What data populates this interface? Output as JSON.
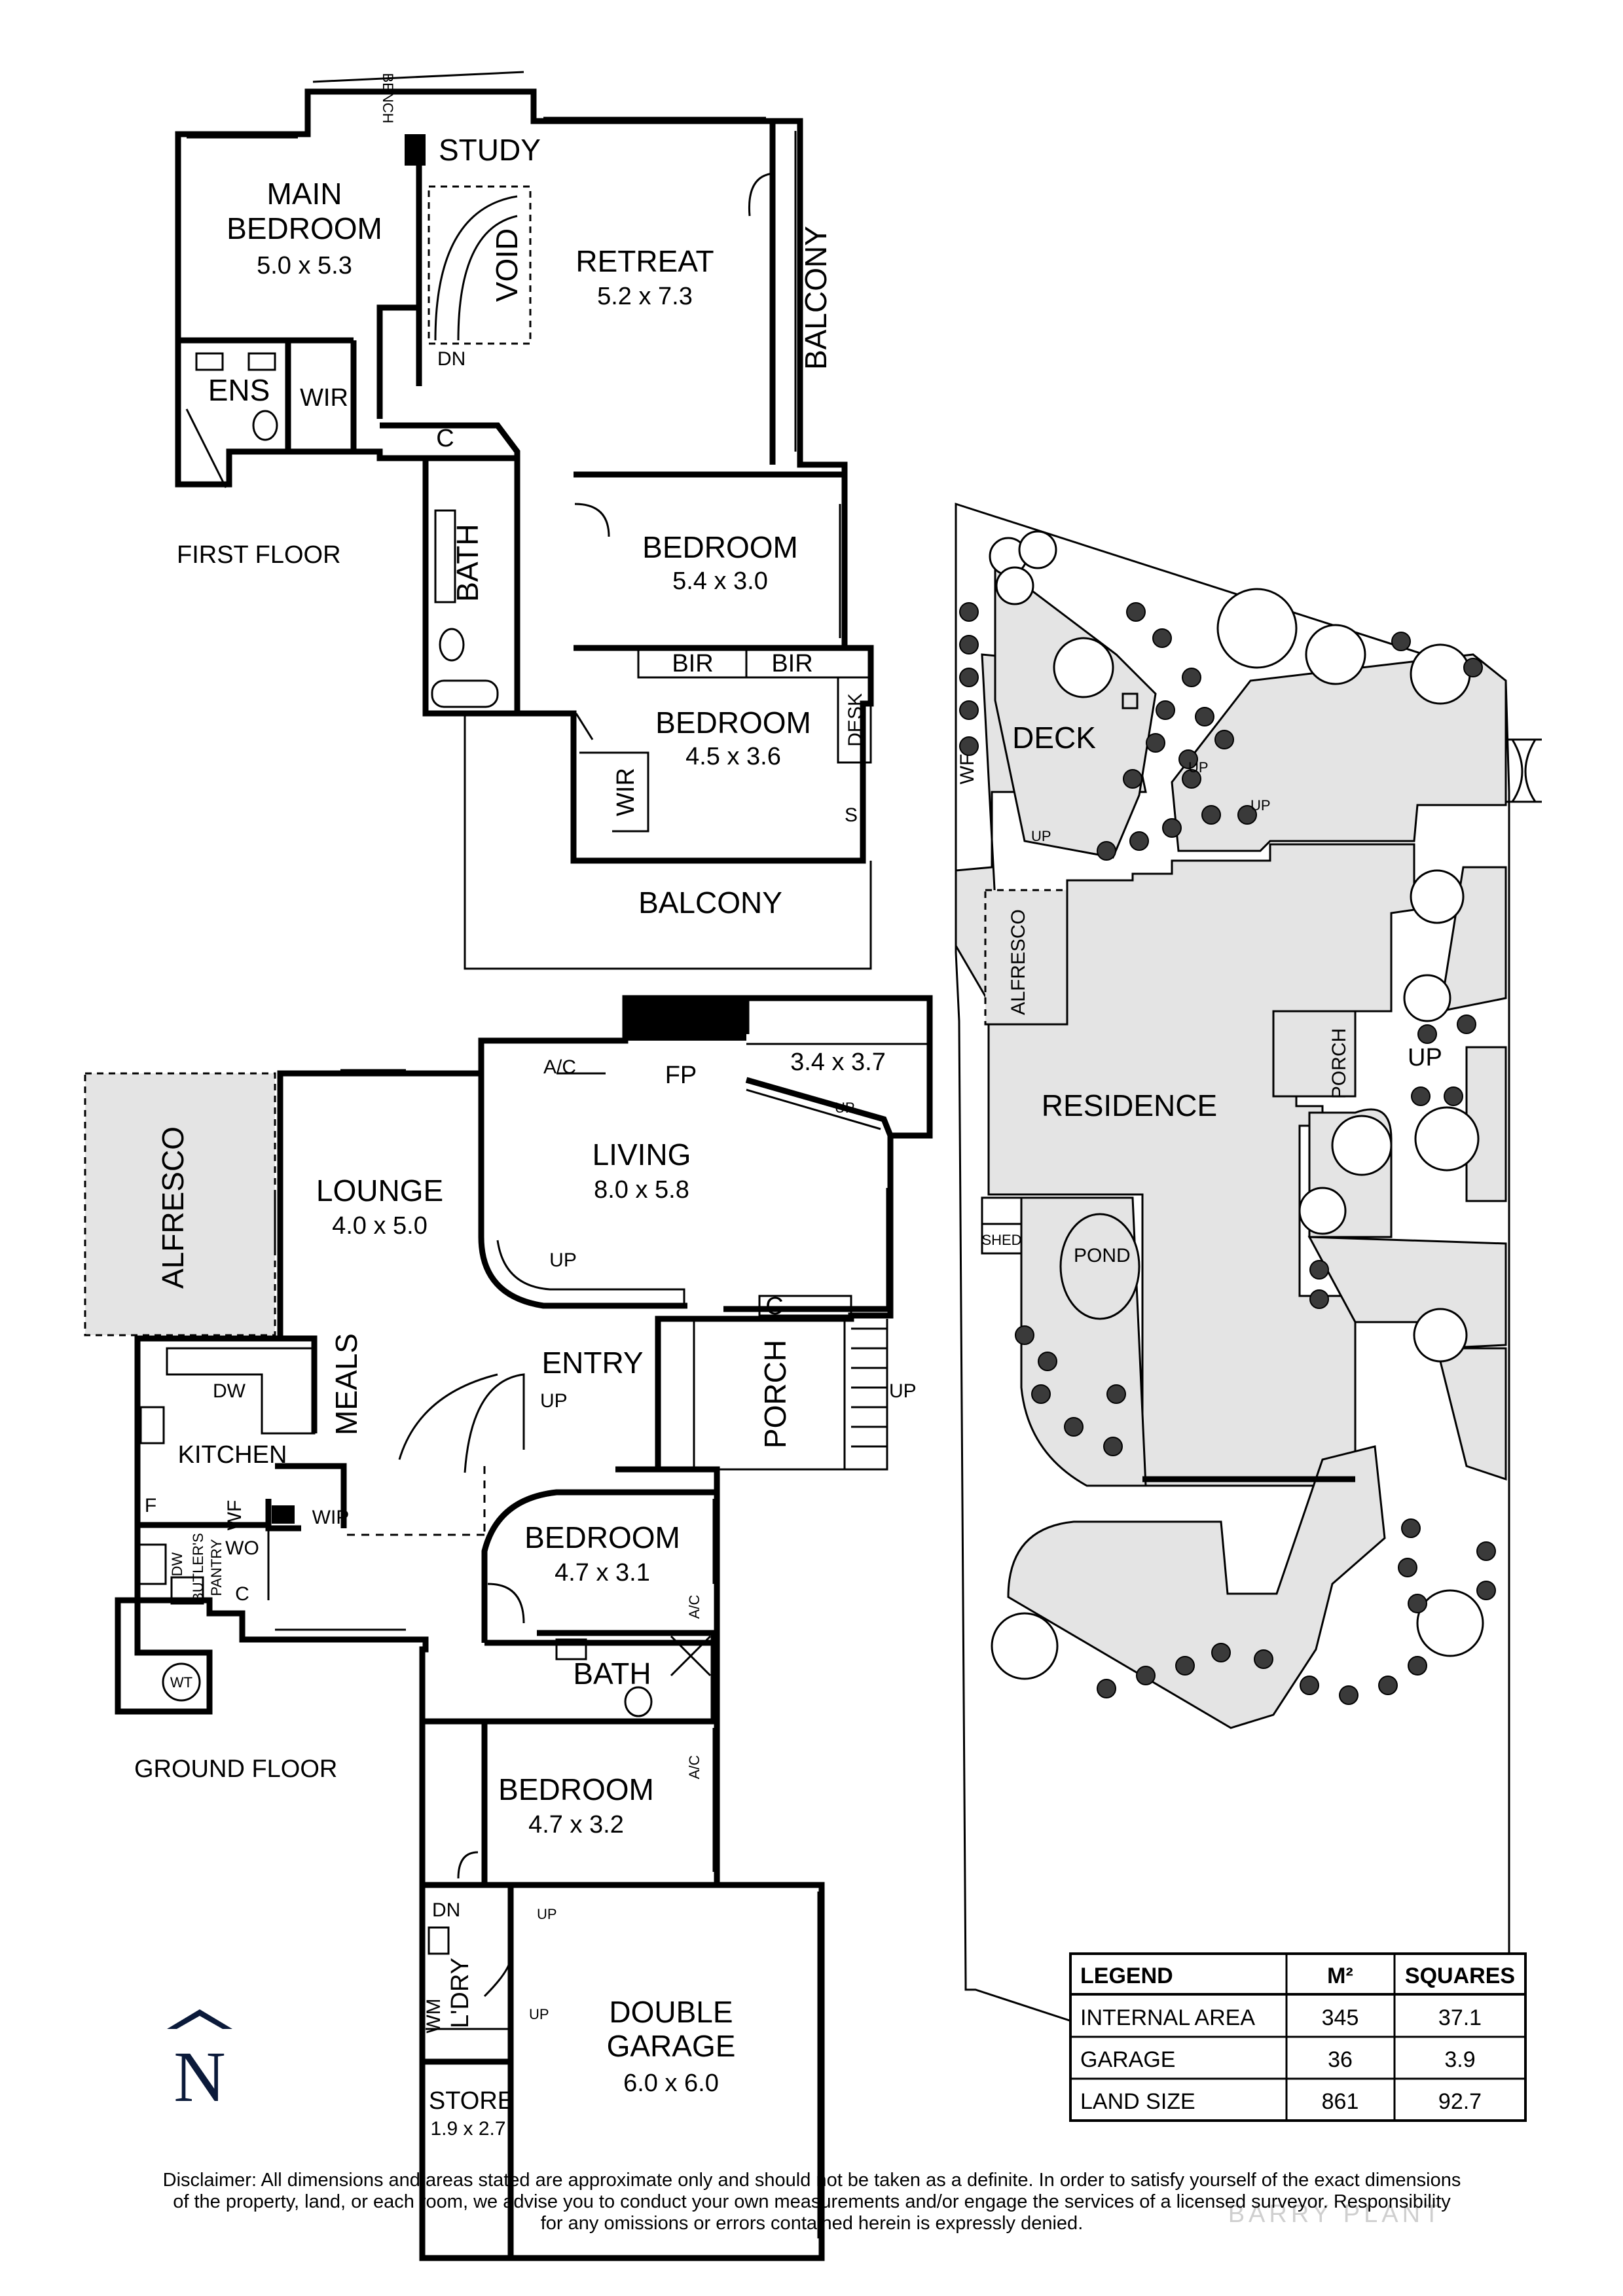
{
  "first_floor": {
    "caption": "FIRST FLOOR",
    "rooms": {
      "main_bedroom_l1": "MAIN",
      "main_bedroom_l2": "BEDROOM",
      "main_bedroom_dim": "5.0 x 5.3",
      "study": "STUDY",
      "bench": "BENCH",
      "void": "VOID",
      "dn": "DN",
      "retreat": "RETREAT",
      "retreat_dim": "5.2 x 7.3",
      "balcony_side": "BALCONY",
      "ens": "ENS",
      "wir": "WIR",
      "c": "C",
      "bath": "BATH",
      "bedroom2": "BEDROOM",
      "bedroom2_dim": "5.4 x 3.0",
      "bir1": "BIR",
      "bir2": "BIR",
      "bedroom3": "BEDROOM",
      "bedroom3_dim": "4.5 x 3.6",
      "desk": "DESK",
      "s": "S",
      "wir2": "WIR",
      "balcony": "BALCONY"
    }
  },
  "ground_floor": {
    "caption": "GROUND FLOOR",
    "rooms": {
      "alfresco": "ALFRESCO",
      "lounge": "LOUNGE",
      "lounge_dim": "4.0 x 5.0",
      "ac1": "A/C",
      "fp": "FP",
      "room_34": "3.4 x 3.7",
      "up_small": "UP",
      "living": "LIVING",
      "living_dim": "8.0 x 5.8",
      "up_living": "UP",
      "c_living": "C",
      "meals": "MEALS",
      "dw_kitchen": "DW",
      "kitchen": "KITCHEN",
      "entry": "ENTRY",
      "up_entry": "UP",
      "porch": "PORCH",
      "up_porch": "UP",
      "f": "F",
      "wf": "WF",
      "c_wf": "C",
      "wip": "WIP",
      "dw_butler": "DW",
      "butlers": "BUTLER'S",
      "pantry": "PANTRY",
      "wo": "WO",
      "c_pantry": "C",
      "wt": "WT",
      "bedroom_a": "BEDROOM",
      "bedroom_a_dim": "4.7 x 3.1",
      "ac_a": "A/C",
      "bath": "BATH",
      "bedroom_b": "BEDROOM",
      "bedroom_b_dim": "4.7 x 3.2",
      "ac_b": "A/C",
      "dn": "DN",
      "up_garage": "UP",
      "wm": "WM",
      "ldry": "L'DRY",
      "up_ldry": "UP",
      "store": "STORE",
      "store_dim": "1.9 x 2.7",
      "garage_l1": "DOUBLE",
      "garage_l2": "GARAGE",
      "garage_dim": "6.0 x 6.0"
    }
  },
  "site_plan": {
    "deck": "DECK",
    "wf": "WF",
    "up1": "UP",
    "up2": "UP",
    "up3": "UP",
    "alfresco": "ALFRESCO",
    "residence": "RESIDENCE",
    "porch": "PORCH",
    "up_porch": "UP",
    "shed": "SHED",
    "pond": "POND"
  },
  "north": "N",
  "legend": {
    "headers": [
      "LEGEND",
      "M²",
      "SQUARES"
    ],
    "rows": [
      {
        "label": "INTERNAL AREA",
        "m2": "345",
        "squares": "37.1"
      },
      {
        "label": "GARAGE",
        "m2": "36",
        "squares": "3.9"
      },
      {
        "label": "LAND SIZE",
        "m2": "861",
        "squares": "92.7"
      }
    ]
  },
  "disclaimer": {
    "line1": "Disclaimer: All dimensions and areas stated are approximate only and should not be taken as a definite. In order to satisfy yourself of the exact dimensions",
    "line2": "of the property, land, or each room, we advise you to conduct your own measurements and/or engage the services of a licensed surveyor. Responsibility",
    "line3": "for any omissions or errors contained herein is expressly denied."
  },
  "watermark": "BARRY PLANT"
}
